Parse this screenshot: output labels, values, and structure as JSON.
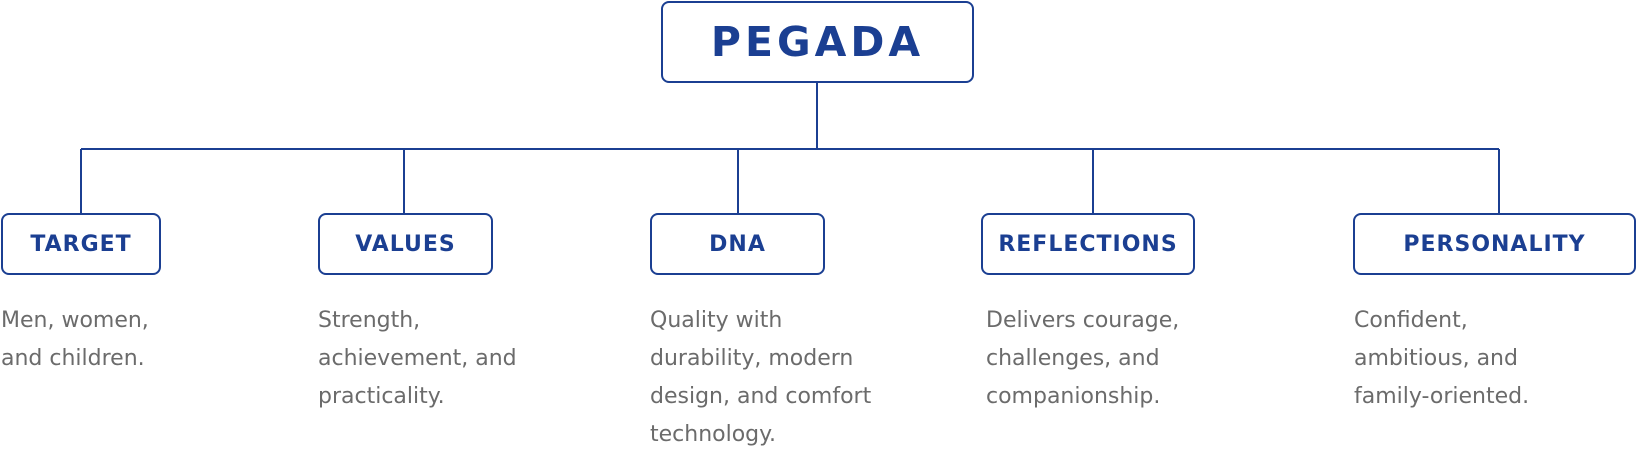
{
  "colors": {
    "accent": "#1b3f92",
    "text_muted": "#6b6b6b",
    "background": "#ffffff"
  },
  "root": {
    "label": "PEGADA"
  },
  "categories": [
    {
      "label": "TARGET",
      "description": [
        "Men, women,",
        "and children."
      ]
    },
    {
      "label": "VALUES",
      "description": [
        "Strength,",
        "achievement, and",
        "practicality."
      ]
    },
    {
      "label": "DNA",
      "description": [
        "Quality with",
        "durability, modern",
        "design, and comfort",
        "technology."
      ]
    },
    {
      "label": "REFLECTIONS",
      "description": [
        "Delivers courage,",
        "challenges, and",
        "companionship."
      ]
    },
    {
      "label": "PERSONALITY",
      "description": [
        "Confident,",
        "ambitious, and",
        "family-oriented."
      ]
    }
  ]
}
